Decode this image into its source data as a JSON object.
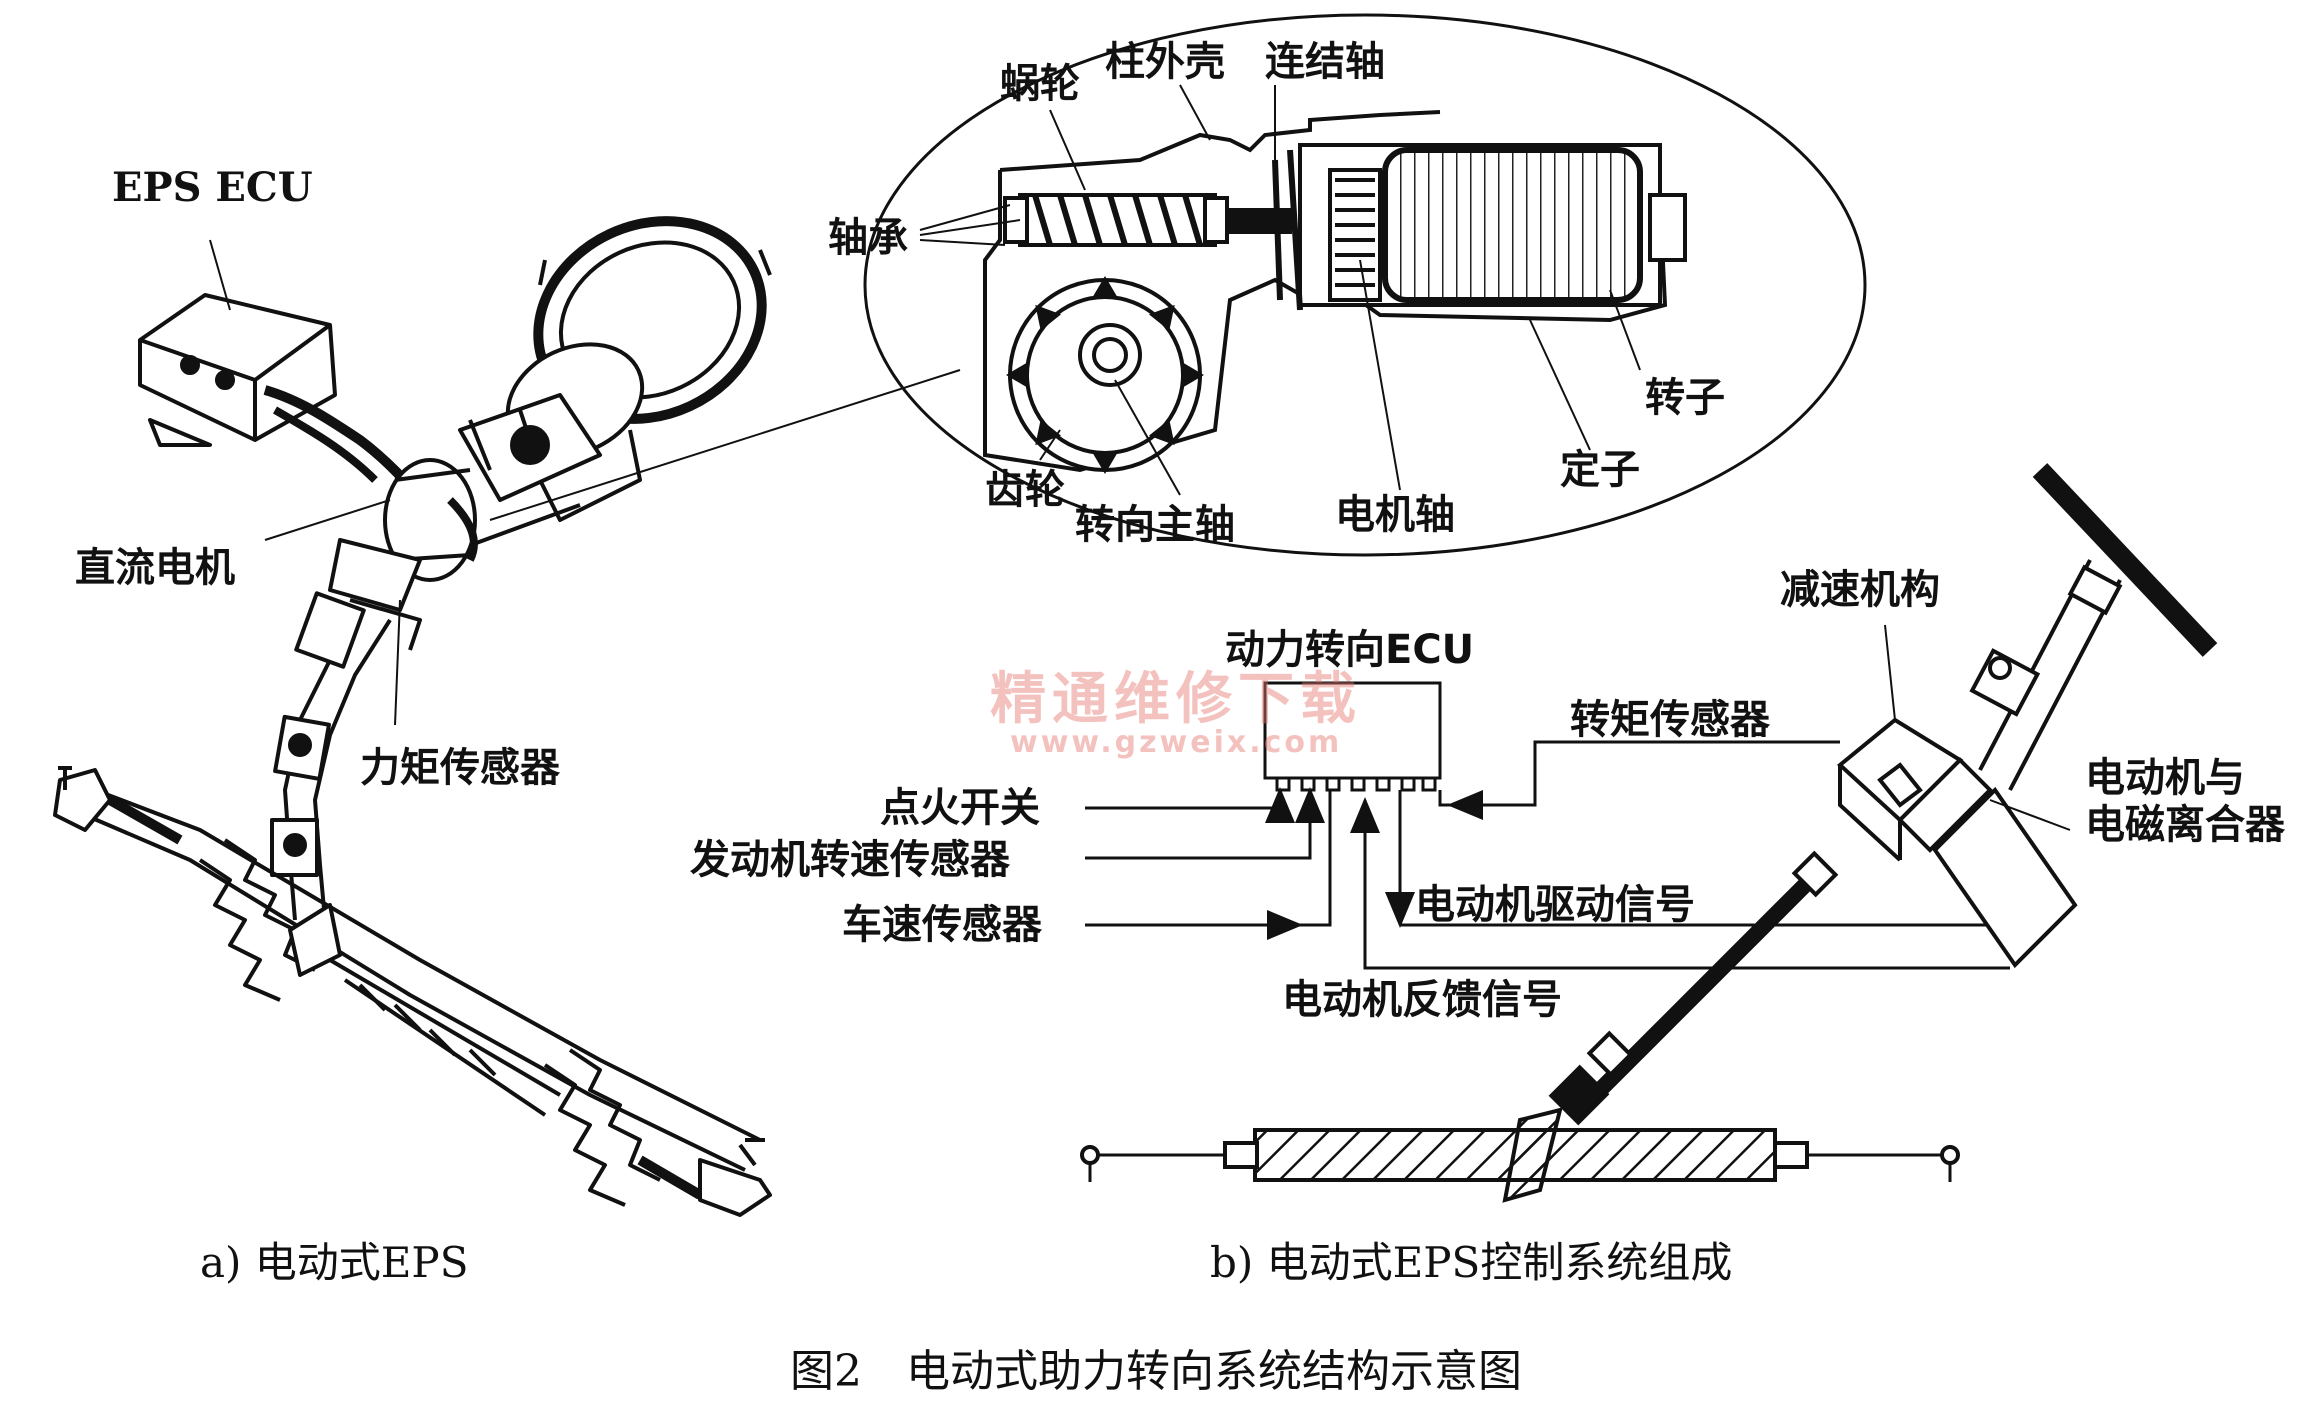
{
  "figure": {
    "title": "图2　电动式助力转向系统结构示意图"
  },
  "part_a": {
    "caption": "a) 电动式EPS",
    "labels": {
      "eps_ecu": "EPS ECU",
      "dc_motor": "直流电机",
      "torque_sensor": "力矩传感器"
    }
  },
  "inset": {
    "labels": {
      "worm": "蜗轮",
      "column_housing": "柱外壳",
      "coupling_shaft": "连结轴",
      "bearing": "轴承",
      "gear": "齿轮",
      "steering_main_shaft": "转向主轴",
      "motor_shaft": "电机轴",
      "stator": "定子",
      "rotor": "转子"
    }
  },
  "part_b": {
    "caption": "b) 电动式EPS控制系统组成",
    "ecu_label": "动力转向ECU",
    "inputs": {
      "ignition": "点火开关",
      "engine_speed": "发动机转速传感器",
      "vehicle_speed": "车速传感器",
      "torque": "转矩传感器"
    },
    "signals": {
      "motor_drive": "电动机驱动信号",
      "motor_feedback": "电动机反馈信号"
    },
    "labels": {
      "reduction": "减速机构",
      "motor_clutch_1": "电动机与",
      "motor_clutch_2": "电磁离合器"
    }
  },
  "watermark": {
    "cn": "精通维修下载",
    "url": "www.gzweix.com",
    "color": "#e6786e"
  }
}
